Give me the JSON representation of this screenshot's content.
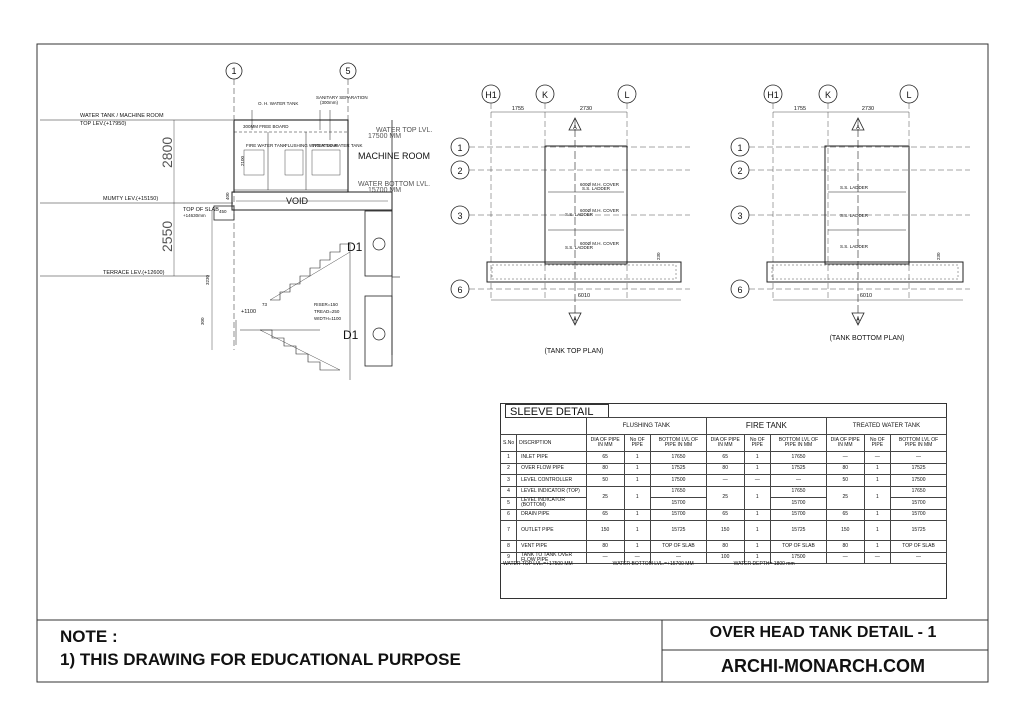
{
  "grid": {
    "section": [
      "1",
      "5"
    ],
    "plan_cols": [
      "H1",
      "K",
      "L"
    ],
    "plan_rows": [
      "1",
      "2",
      "3",
      "6"
    ],
    "section_mark": "A"
  },
  "section": {
    "water_tank_label": "WATER TANK / MACHINE ROOM",
    "top_lev": "TOP LEV.(+17950)",
    "mumty_lev": "MUMTY LEV.(+15150)",
    "terrace_lev": "TERRACE LEV.(+12600)",
    "top_of_slab": "TOP OF SLAB",
    "top_of_slab_lev": "+14630mm",
    "dim_2800": "2800",
    "dim_2550": "2550",
    "dim_2100": "2100",
    "dim_450": "450",
    "dim_400": "400",
    "dim_3230": "3230",
    "dim_300": "300",
    "dim_1100": "+1100",
    "ohwt": "O. H. WATER TANK",
    "sanitary": "SANITARY SEPARATION",
    "sanitary_sub": "(300mm)",
    "free_board": "300MM FREE BOARD",
    "fire_water": "FIRE WATER TANK",
    "flushing": "FLUSHING WATER TANK",
    "treated": "TREATED WATER TANK",
    "machine_room": "MACHINE ROOM",
    "water_top_lvl": "WATER TOP LVL.",
    "water_top_val": "17500 MM",
    "water_bottom_lvl": "WATER BOTTOM LVL.",
    "water_bottom_val": "15700 MM",
    "void": "VOID",
    "door": "D1",
    "riser": "RISER=150",
    "tread": "TREAD=250",
    "width": "WIDTH=1100",
    "n73": "73"
  },
  "plan_top": {
    "dim_a": "1755",
    "dim_b": "2730",
    "dim_overall": "6010",
    "cover_1": "600Ø M.H. COVER",
    "ladder_1": "S.S. LADDER",
    "cover_2": "600Ø M.H. COVER",
    "ladder_2": "S.S. LADDER",
    "cover_3": "600Ø M.H. COVER",
    "ladder_3": "S.S. LADDER",
    "dim_230": "230",
    "caption": "(TANK TOP PLAN)"
  },
  "plan_bottom": {
    "dim_a": "1755",
    "dim_b": "2730",
    "dim_overall": "6010",
    "ladder_1": "S.S. LADDER",
    "ladder_2": "S.S. LADDER",
    "ladder_3": "S.S. LADDER",
    "dim_230": "230",
    "caption": "(TANK BOTTOM PLAN)"
  },
  "sleeve": {
    "title": "SLEEVE DETAIL",
    "groups": [
      "FLUSHING TANK",
      "FIRE TANK",
      "TREATED WATER TANK"
    ],
    "h_sno": "S.No",
    "h_desc": "DISCRIPTION",
    "h_dia": "DIA OF PIPE IN MM",
    "h_no": "No OF PIPE",
    "h_bottom": "BOTTOM LVL OF PIPE IN MM",
    "rows": [
      {
        "sno": "1",
        "desc": "INLET PIPE",
        "f_dia": "65",
        "f_no": "1",
        "f_lvl": "17650",
        "x_dia": "65",
        "x_no": "1",
        "x_lvl": "17650",
        "t_dia": "—",
        "t_no": "—",
        "t_lvl": "—"
      },
      {
        "sno": "2",
        "desc": "OVER FLOW PIPE",
        "f_dia": "80",
        "f_no": "1",
        "f_lvl": "17525",
        "x_dia": "80",
        "x_no": "1",
        "x_lvl": "17525",
        "t_dia": "80",
        "t_no": "1",
        "t_lvl": "17525"
      },
      {
        "sno": "3",
        "desc": "LEVEL CONTROLLER",
        "f_dia": "50",
        "f_no": "1",
        "f_lvl": "17500",
        "x_dia": "—",
        "x_no": "—",
        "x_lvl": "—",
        "t_dia": "50",
        "t_no": "1",
        "t_lvl": "17500"
      },
      {
        "sno": "4",
        "desc": "LEVEL INDICATOR (TOP)",
        "f_dia": "25",
        "f_no": "1",
        "f_lvl": "17650",
        "x_dia": "25",
        "x_no": "1",
        "x_lvl": "17650",
        "t_dia": "25",
        "t_no": "1",
        "t_lvl": "17650"
      },
      {
        "sno": "5",
        "desc": "LEVEL INDICATOR (BOTTOM)",
        "f_lvl": "15700",
        "x_lvl": "15700",
        "t_lvl": "15700"
      },
      {
        "sno": "6",
        "desc": "DRAIN PIPE",
        "f_dia": "65",
        "f_no": "1",
        "f_lvl": "15700",
        "x_dia": "65",
        "x_no": "1",
        "x_lvl": "15700",
        "t_dia": "65",
        "t_no": "1",
        "t_lvl": "15700"
      },
      {
        "sno": "7",
        "desc": "OUTLET PIPE",
        "f_dia": "150",
        "f_no": "1",
        "f_lvl": "15725",
        "x_dia": "150",
        "x_no": "1",
        "x_lvl": "15725",
        "t_dia": "150",
        "t_no": "1",
        "t_lvl": "15725"
      },
      {
        "sno": "8",
        "desc": "VENT PIPE",
        "f_dia": "80",
        "f_no": "1",
        "f_lvl": "TOP OF SLAB",
        "x_dia": "80",
        "x_no": "1",
        "x_lvl": "TOP OF SLAB",
        "t_dia": "80",
        "t_no": "1",
        "t_lvl": "TOP OF SLAB"
      },
      {
        "sno": "9",
        "desc": "TANK TO TANK OVER FLOW PIPE",
        "f_dia": "—",
        "f_no": "—",
        "f_lvl": "—",
        "x_dia": "100",
        "x_no": "1",
        "x_lvl": "17500",
        "t_dia": "—",
        "t_no": "—",
        "t_lvl": "—"
      }
    ],
    "foot_top": "WATER TOP  LVL.=+17500 MM",
    "foot_bottom": "WATER BOTTOM  LVL.=+15700 MM",
    "foot_depth": "WATER DEPTH= 1800 mm"
  },
  "note": {
    "heading": "NOTE :",
    "line1": "1) THIS DRAWING FOR EDUCATIONAL PURPOSE"
  },
  "title_block": {
    "title": "OVER HEAD TANK DETAIL - 1",
    "site": "ARCHI-MONARCH.COM"
  }
}
